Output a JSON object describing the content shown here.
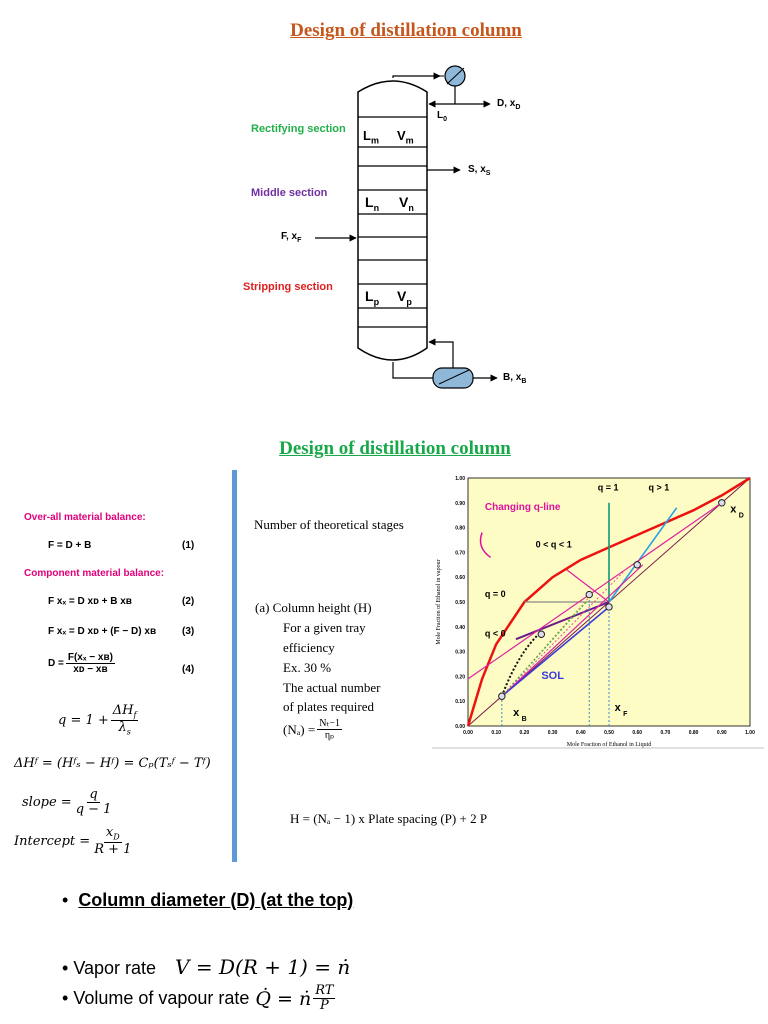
{
  "title1": "Design of distillation column",
  "title2": "Design of distillation column",
  "column": {
    "rectifying": "Rectifying section",
    "middle": "Middle section",
    "stripping": "Stripping section",
    "Lm": "L",
    "Lm_sub": "m",
    "Vm": "V",
    "Vm_sub": "m",
    "Ln": "L",
    "Ln_sub": "n",
    "Vn": "V",
    "Vn_sub": "n",
    "Lp": "L",
    "Lp_sub": "p",
    "Vp": "V",
    "Vp_sub": "p",
    "L0": "L",
    "L0_sub": "0",
    "distillate": "D, x",
    "distillate_sub": "D",
    "side": "S, x",
    "side_sub": "S",
    "feed": "F, x",
    "feed_sub": "F",
    "bottoms": "B, x",
    "bottoms_sub": "B"
  },
  "balances": {
    "overall_label": "Over-all material balance:",
    "eq1": "F = D + B",
    "eq1_num": "(1)",
    "component_label": "Component material balance:",
    "eq2": "F xₓ = D xᴅ + B xʙ",
    "eq2_num": "(2)",
    "eq3": "F xₓ = D xᴅ + (F − D) xʙ",
    "eq3_num": "(3)",
    "eq4_lhs": "D =",
    "eq4_num_text": "F(xₓ − xʙ)",
    "eq4_den_text": "xᴅ − xʙ",
    "eq4_num": "(4)"
  },
  "formulas": {
    "q_lhs": "q = 1 +",
    "q_num": "ΔH",
    "q_num_sub": "f",
    "q_den": "λ",
    "q_den_sub": "s",
    "dh": "ΔHᶠ = (Hᶠₛ − Hᶠ) = Cₚ(Tₛᶠ − Tᶠ)",
    "slope_lhs": "slope =",
    "slope_num": "q",
    "slope_den": "q − 1",
    "int_lhs": "Intercept =",
    "int_num": "x",
    "int_num_sub": "D",
    "int_den": "R + 1"
  },
  "middle_text": {
    "stages": "Number of theoretical stages",
    "a1": "(a)  Column  height (H)",
    "a2": "For a given tray",
    "a3": "efficiency",
    "a4": "Ex. 30 %",
    "a5": "The actual number",
    "a6": "of plates required",
    "na": "(Nₐ) =",
    "na_num": "Nₜ−1",
    "na_den": "ηₚ",
    "height": "H = (Nₐ − 1) x Plate spacing (P) + 2 P"
  },
  "chart_data": {
    "type": "line",
    "xlabel": "Mole Fraction of Ethanol in Liquid",
    "ylabel": "Mole Fraction of Ethanol in vapour",
    "xlim": [
      0,
      1
    ],
    "ylim": [
      0,
      1
    ],
    "ticks": [
      "0.00",
      "0.10",
      "0.20",
      "0.30",
      "0.40",
      "0.50",
      "0.60",
      "0.70",
      "0.80",
      "0.90",
      "1.00"
    ],
    "equilibrium": [
      [
        0,
        0
      ],
      [
        0.05,
        0.19
      ],
      [
        0.1,
        0.33
      ],
      [
        0.2,
        0.5
      ],
      [
        0.3,
        0.6
      ],
      [
        0.4,
        0.67
      ],
      [
        0.5,
        0.72
      ],
      [
        0.6,
        0.77
      ],
      [
        0.7,
        0.82
      ],
      [
        0.8,
        0.87
      ],
      [
        0.9,
        0.93
      ],
      [
        1,
        1
      ]
    ],
    "labels": {
      "changing": "Changing q-line",
      "q1": "q = 1",
      "qgt1": "q > 1",
      "q01": "0 < q < 1",
      "q0": "q = 0",
      "qlt0": "q < 0",
      "sol": "SOL",
      "xd": "x",
      "xd_sub": "D",
      "xf": "x",
      "xf_sub": "F",
      "xb": "x",
      "xb_sub": "B"
    },
    "points": {
      "xd": 0.9,
      "xf": 0.5,
      "xb": 0.12,
      "yf": 0.48
    },
    "colors": {
      "bg": "#fcfcc4",
      "equilibrium": "#ee1111",
      "diagonal": "#7a1a4a",
      "qline": "#e020a0",
      "q1": "#0a9a7a",
      "qgt1": "#2aa2e6",
      "sol": "#3a3adc"
    }
  },
  "bullets": {
    "b1": "Column diameter (D) (at the top)",
    "b2_text": "Vapor rate",
    "b2_math": "V = D(R + 1) = ṅ",
    "b3_text": "Volume of vapour rate",
    "b3_math": "Q̇ = ṅ",
    "b3_num": "RT",
    "b3_den": "P"
  }
}
